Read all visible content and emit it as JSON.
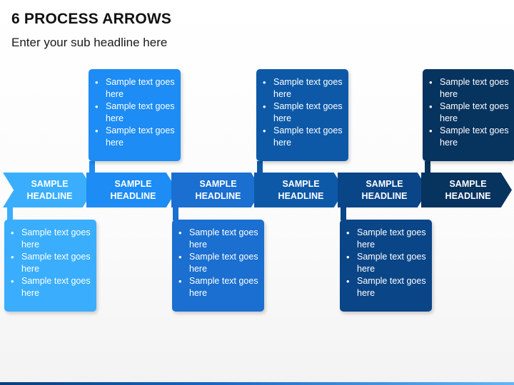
{
  "title": "6 PROCESS ARROWS",
  "subtitle": "Enter your sub headline here",
  "colors": [
    "#3aaefc",
    "#1d8cf4",
    "#1a6fd0",
    "#0d59a8",
    "#0a4587",
    "#07335f"
  ],
  "steps": [
    {
      "headline": "SAMPLE HEADLINE",
      "bullets": [
        "Sample text goes here",
        "Sample text goes here",
        "Sample text goes here"
      ]
    },
    {
      "headline": "SAMPLE HEADLINE",
      "bullets": [
        "Sample text goes here",
        "Sample text goes here",
        "Sample text goes here"
      ]
    },
    {
      "headline": "SAMPLE HEADLINE",
      "bullets": [
        "Sample text goes here",
        "Sample text goes here",
        "Sample text goes here"
      ]
    },
    {
      "headline": "SAMPLE HEADLINE",
      "bullets": [
        "Sample text goes here",
        "Sample text goes here",
        "Sample text goes here"
      ]
    },
    {
      "headline": "SAMPLE HEADLINE",
      "bullets": [
        "Sample text goes here",
        "Sample text goes here",
        "Sample text goes here"
      ]
    },
    {
      "headline": "SAMPLE HEADLINE",
      "bullets": [
        "Sample text goes here",
        "Sample text goes here",
        "Sample text goes here"
      ]
    }
  ]
}
